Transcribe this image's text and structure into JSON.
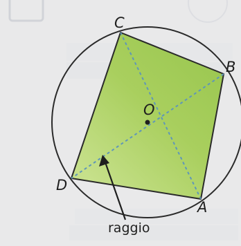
{
  "diagram": {
    "vertices": {
      "A": "A",
      "B": "B",
      "C": "C",
      "D": "D"
    },
    "center_label": "O",
    "annotation_label": "raggio",
    "colors": {
      "background": "#e9e9ea",
      "polygon_fill": "#a8cf5b",
      "polygon_fill_light": "#d3e79a",
      "outline": "#2a2a2a",
      "diagonal_dashes": "#5f96b9",
      "faded_text": "#d7d9de"
    }
  }
}
